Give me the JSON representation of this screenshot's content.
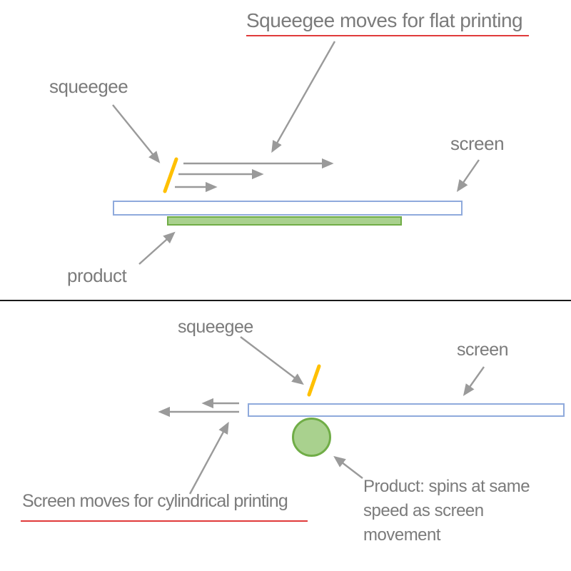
{
  "colors": {
    "text_gray": "#7b7b7b",
    "arrow_gray": "#9a9a9a",
    "squeegee_orange": "#FFC000",
    "product_green_fill": "#A9D18E",
    "product_green_border": "#70AD47",
    "screen_blue_border": "#8FAADC",
    "underline_red": "#E03A3A",
    "divider_black": "#1a1a1a"
  },
  "flat_printing": {
    "title": "Squeegee moves for flat printing",
    "squeegee_label": "squeegee",
    "screen_label": "screen",
    "product_label": "product"
  },
  "cylindrical_printing": {
    "squeegee_label": "squeegee",
    "screen_label": "screen",
    "caption": "Screen moves for cylindrical printing",
    "product_note_lines": [
      "Product: spins at same",
      "speed as screen",
      "movement"
    ]
  }
}
